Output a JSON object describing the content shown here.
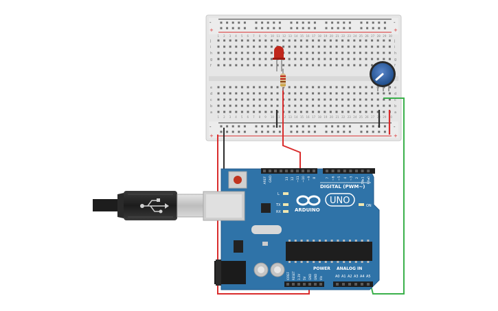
{
  "breadboard": {
    "row_letters_top": [
      "j",
      "i",
      "h",
      "g",
      "f"
    ],
    "row_letters_bottom": [
      "e",
      "d",
      "c",
      "b",
      "a"
    ],
    "column_numbers": [
      "1",
      "2",
      "3",
      "4",
      "5",
      "6",
      "7",
      "8",
      "9",
      "10",
      "11",
      "12",
      "13",
      "14",
      "15",
      "16",
      "17",
      "18",
      "19",
      "20",
      "21",
      "22",
      "23",
      "24",
      "25",
      "26",
      "27",
      "28",
      "29",
      "30"
    ],
    "rail_plus": "+",
    "rail_minus": "-"
  },
  "arduino": {
    "brand": "ARDUINO",
    "model": "UNO",
    "digital_header": "DIGITAL (PWM~)",
    "digital_pins": [
      "AREF",
      "GND",
      "13",
      "12",
      "~11",
      "~10",
      "~9",
      "8",
      "7",
      "~6",
      "~5",
      "4",
      "~3",
      "2",
      "TX▸1",
      "RX◂0"
    ],
    "power_header": "POWER",
    "power_pins": [
      "IOREF",
      "RESET",
      "3.3V",
      "5V",
      "GND",
      "GND",
      "Vin"
    ],
    "analog_header": "ANALOG IN",
    "analog_pins": [
      "A0",
      "A1",
      "A2",
      "A3",
      "A4",
      "A5"
    ],
    "led_labels": [
      "L",
      "TX",
      "RX"
    ],
    "on_label": "ON"
  },
  "colors": {
    "board_blue": "#2f73a8",
    "wire_red": "#d92b2b",
    "wire_black": "#2b2b2b",
    "wire_green": "#3ab04a",
    "led_red": "#c0271c",
    "pot_blue": "#1f4e8c"
  },
  "components": {
    "led": "led-icon",
    "resistor": "resistor-icon",
    "potentiometer": "potentiometer-icon",
    "usb_cable": "usb-cable-icon"
  }
}
